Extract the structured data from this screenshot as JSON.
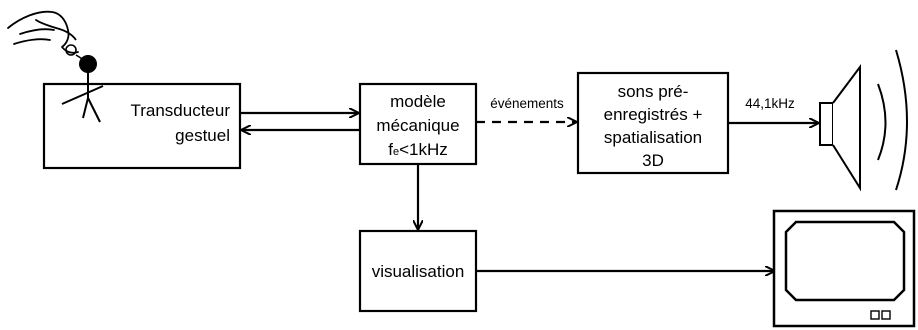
{
  "blocks": {
    "transducer": {
      "line1": "Transducteur",
      "line2": "gestuel"
    },
    "mechanical_model": {
      "line1": "modèle",
      "line2": "mécanique",
      "line3_main": "f",
      "line3_sub": "e",
      "line3_rest": "<1kHz"
    },
    "sound": {
      "line1": "sons pré-",
      "line2": "enregistrés +",
      "line3": "spatialisation",
      "line4": "3D"
    },
    "visualisation": {
      "label": "visualisation"
    }
  },
  "edges": {
    "events_label": "événements",
    "frequency_label": "44,1kHz"
  },
  "icons": {
    "hand": "hand-holding-ball-icon",
    "figure": "stick-figure-icon",
    "speaker": "loudspeaker-icon",
    "monitor": "monitor-icon"
  }
}
